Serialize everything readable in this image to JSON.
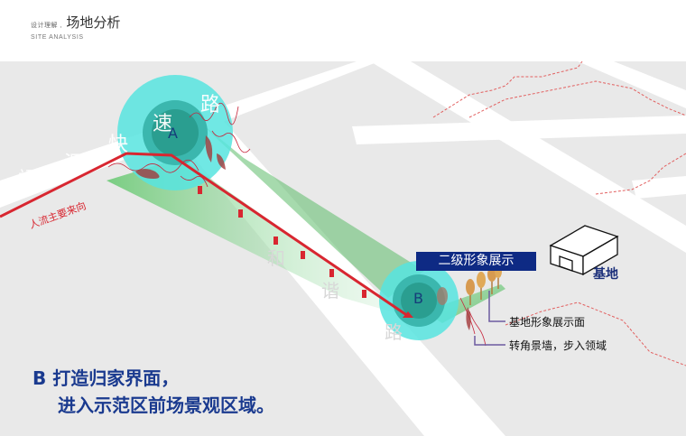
{
  "header": {
    "small_label": "设计理解 ,",
    "title": "场地分析",
    "subtitle": "SITE ANALYSIS"
  },
  "map": {
    "road_name_1": [
      "福",
      "源",
      "快",
      "速",
      "路"
    ],
    "road_name_2": [
      "和",
      "谐",
      "路"
    ],
    "circle_a": "A",
    "circle_b": "B",
    "flow_label": "人流主要来向",
    "banner": "二级形象展示",
    "base_label": "基地",
    "note_1": "基地形象展示面",
    "note_2": "转角景墙，步入领域"
  },
  "caption": {
    "line1": "B  打造归家界面，",
    "line2": "进入示范区前场景观区域。"
  },
  "colors": {
    "accent_blue": "#1a3a8f",
    "flow_red": "#d82630",
    "circle_cyan": "#4fe0dc",
    "zone_green": "#5cc86a"
  }
}
